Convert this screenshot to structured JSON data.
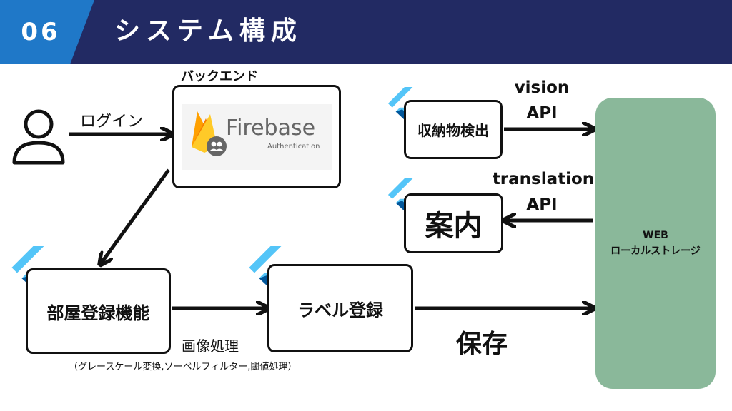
{
  "header": {
    "number": "06",
    "title": "システム構成",
    "colors": {
      "accent": "#1f78c8",
      "bar": "#222a63"
    }
  },
  "diagram": {
    "user_icon": "user-icon",
    "login_label": "ログイン",
    "backend_label": "バックエンド",
    "firebase": {
      "name": "Firebase",
      "sub": "Authentication"
    },
    "room_register": "部屋登録機能",
    "label_register": "ラベル登録",
    "image_processing": "画像処理",
    "image_processing_detail": "（グレースケール変換,ソーベルフィルター,閾値処理）",
    "storage_detection": "収納物検出",
    "guide": "案内",
    "vision_api": [
      "vision",
      "API"
    ],
    "translation_api": [
      "translation",
      "API"
    ],
    "save": "保存",
    "storage": [
      "WEB",
      "ローカルストレージ"
    ],
    "colors": {
      "storage": "#8ab89a",
      "flutter_light": "#54c5f8",
      "flutter_dark": "#01579b"
    }
  }
}
